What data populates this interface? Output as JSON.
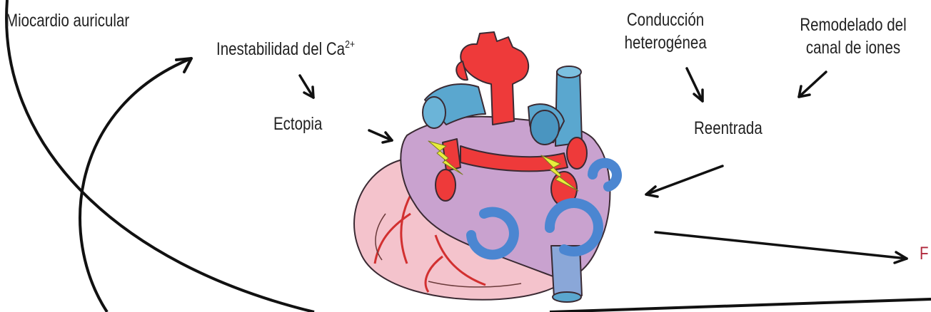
{
  "labels": {
    "miocardio": "Miocardio auricular",
    "inestabilidad_main": "Inestabilidad del Ca",
    "inestabilidad_sup": "2+",
    "ectopia": "Ectopia",
    "conduccion_1": "Conducción",
    "conduccion_2": "heterogénea",
    "remodelado_1": "Remodelado del",
    "remodelado_2": "canal de iones",
    "reentrada": "Reentrada",
    "cut_label": "F"
  },
  "colors": {
    "arrow": "#111111",
    "text": "#222222",
    "artery": "#ee3a3a",
    "vein": "#5aa7cf",
    "atrium": "#c9a2cf",
    "ventricle": "#f4c3cc",
    "spark": "#e8ee3c",
    "reentry_circuit": "#4b86d1",
    "cut_label": "#b0263a"
  },
  "icons": {
    "heart": "heart-illustration-icon",
    "spark": "lightning-bolt-icon",
    "circuit": "reentry-circuit-icon"
  }
}
